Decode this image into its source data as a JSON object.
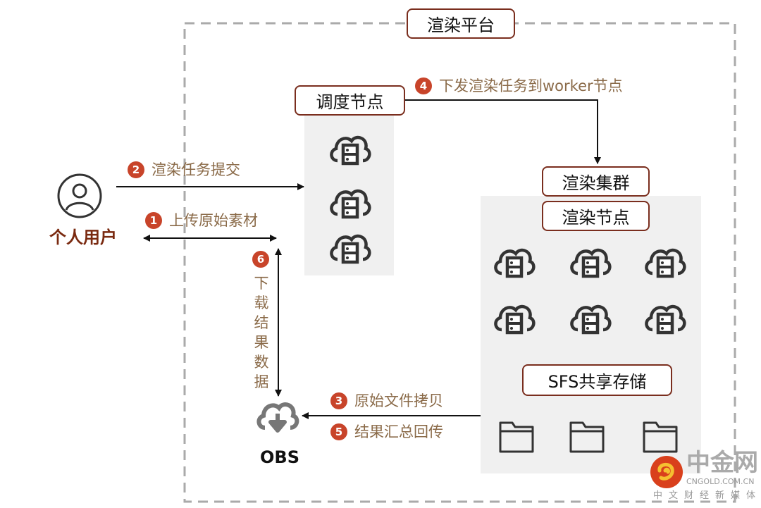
{
  "platform_title": "渲染平台",
  "user": {
    "label": "个人用户",
    "icon": "user-circle-icon"
  },
  "scheduler": {
    "title": "调度节点",
    "node_icon": "cloud-server-icon",
    "node_count": 3
  },
  "cluster": {
    "title": "渲染集群",
    "subtitle": "渲染节点",
    "node_icon": "cloud-server-icon",
    "node_count": 6,
    "storage": {
      "title": "SFS共享存储",
      "folder_icon": "folder-icon",
      "folder_count": 3
    }
  },
  "obs": {
    "label": "OBS",
    "icon": "cloud-download-icon"
  },
  "steps": [
    {
      "num": "1",
      "text": "上传原始素材"
    },
    {
      "num": "2",
      "text": "渲染任务提交"
    },
    {
      "num": "3",
      "text": "原始文件拷贝"
    },
    {
      "num": "4",
      "text": "下发渲染任务到worker节点"
    },
    {
      "num": "5",
      "text": "结果汇总回传"
    },
    {
      "num": "6",
      "text": "下载结果数据"
    }
  ],
  "watermark": {
    "name": "中金网",
    "domain": "CNGOLD.COM.CN",
    "tagline": "中文财经新媒体"
  },
  "colors": {
    "border": "#7a2e1e",
    "badge": "#c8442a",
    "label": "#8a6a48",
    "user": "#7a2a10",
    "panel": "#f0f0f0"
  }
}
